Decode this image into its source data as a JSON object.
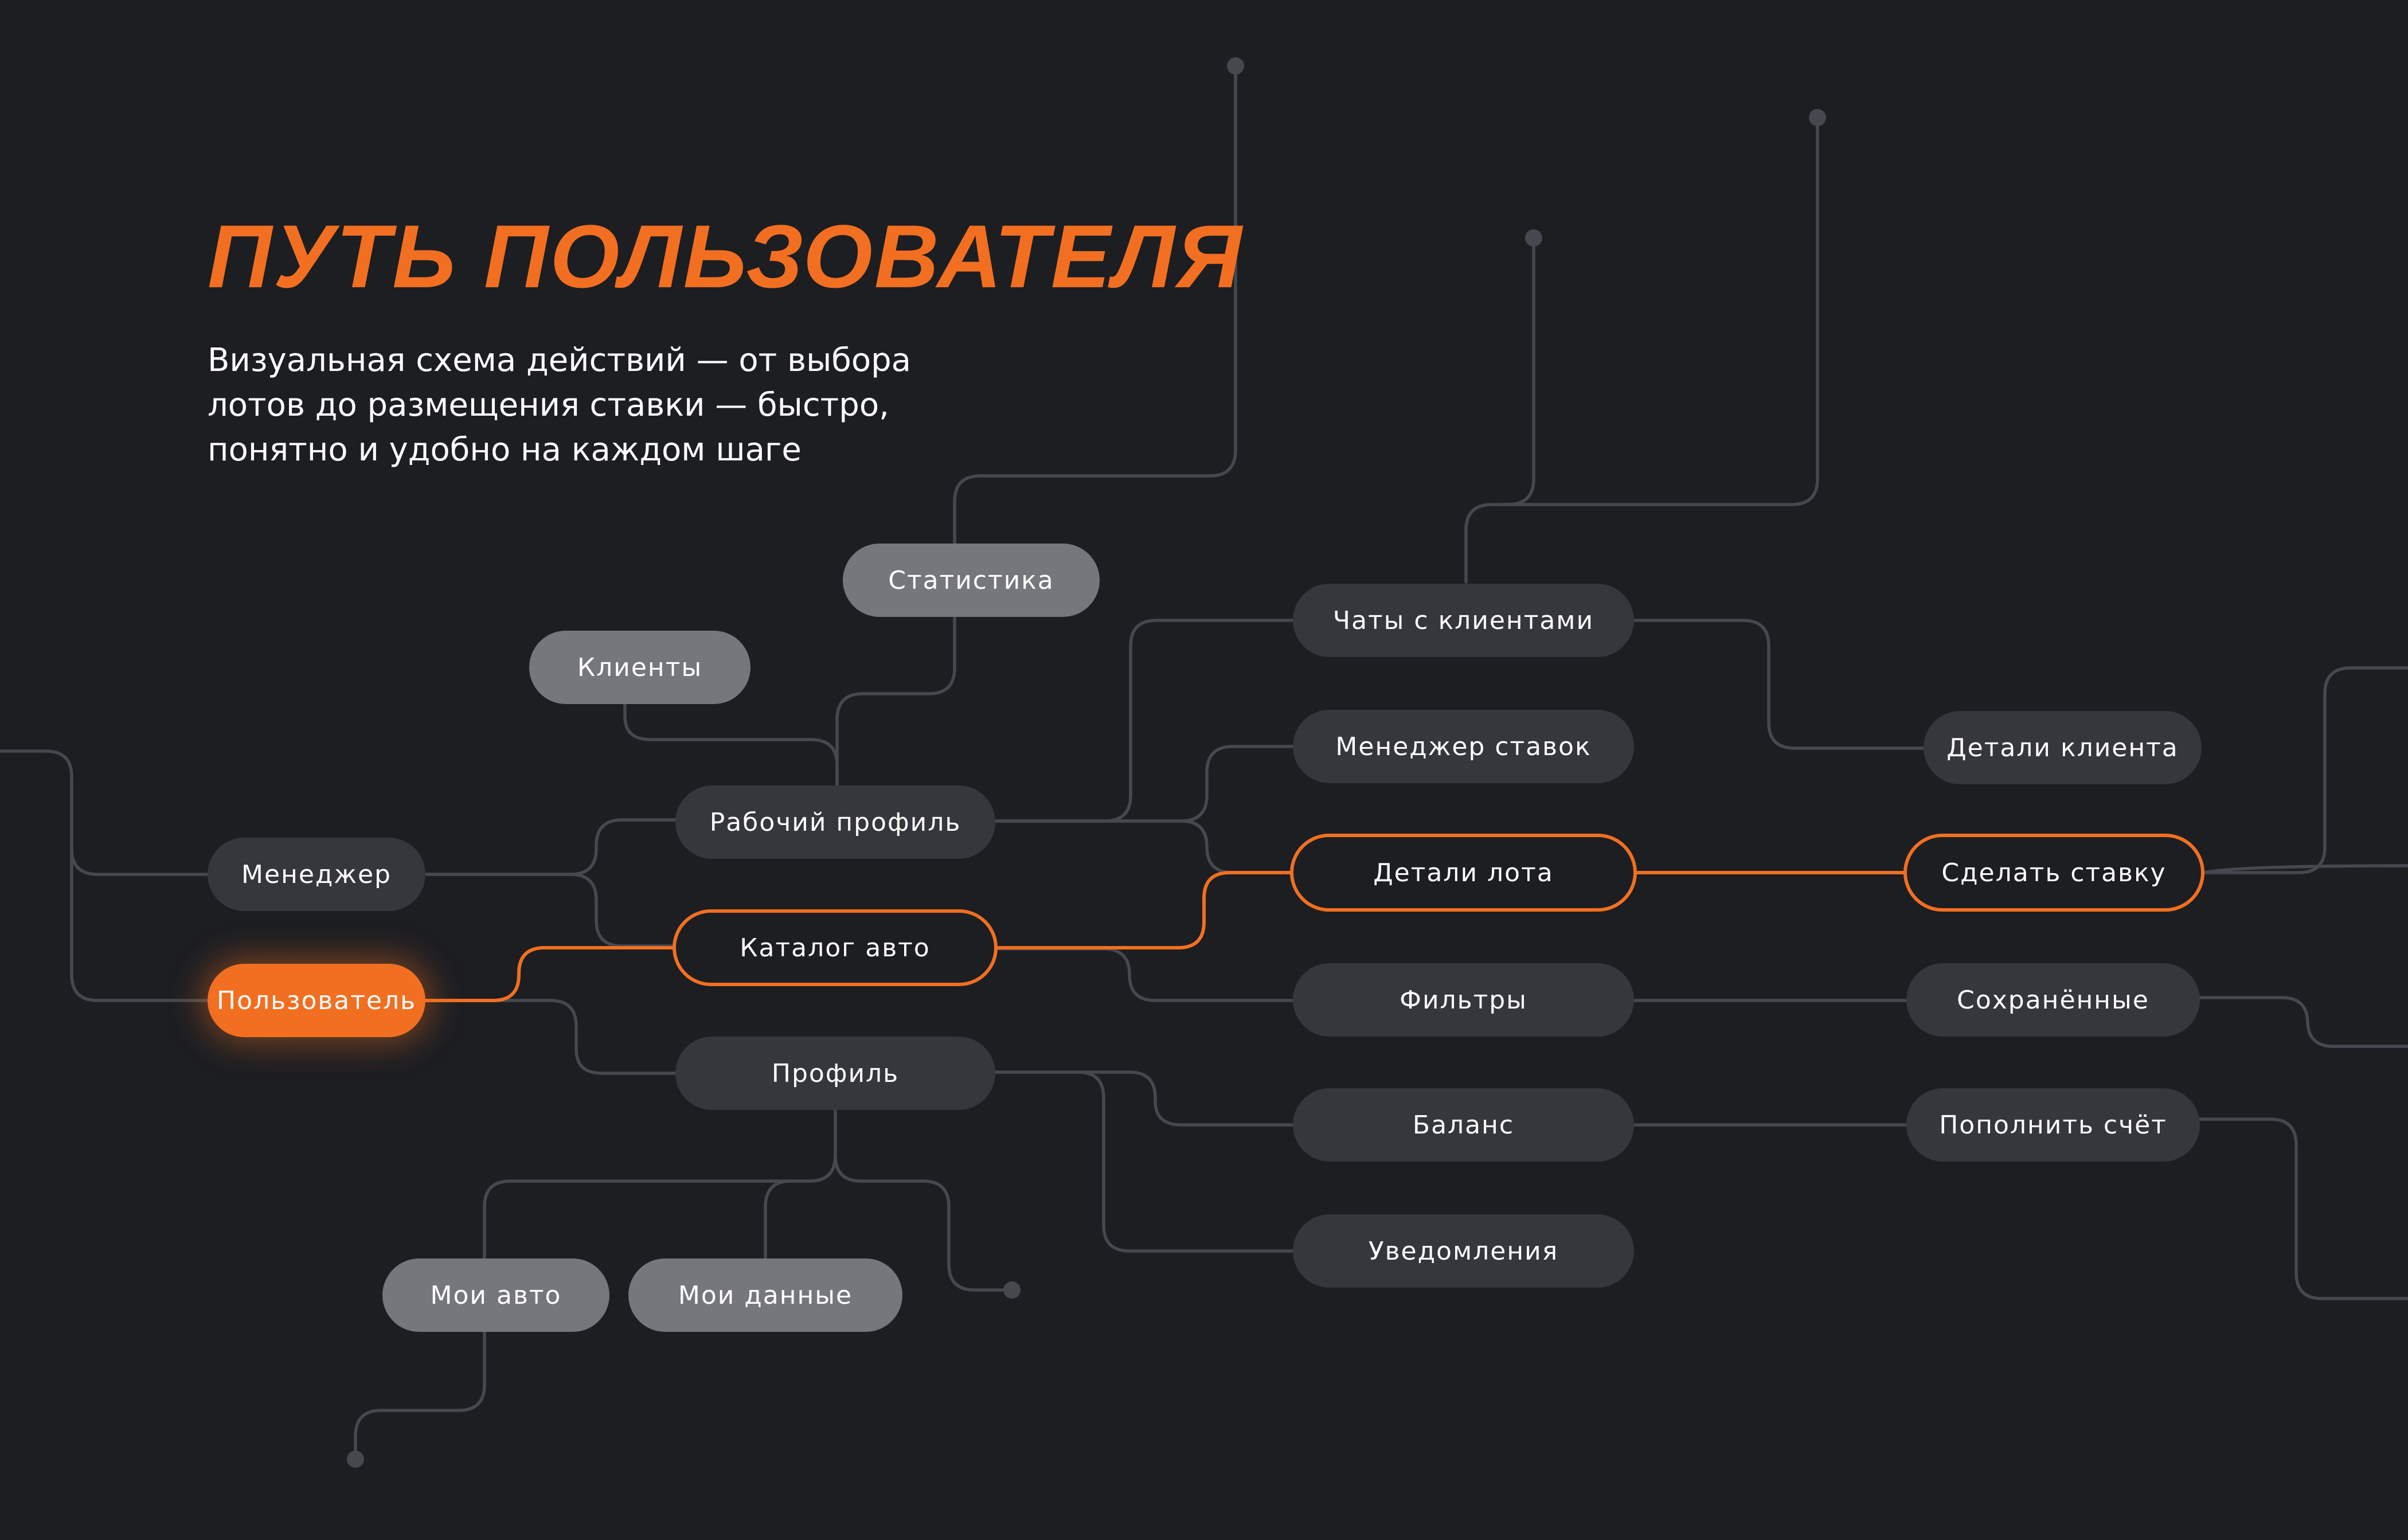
{
  "header": {
    "title": "ПУТЬ ПОЛЬЗОВАТЕЛЯ",
    "subtitle_lines": [
      "Визуальная схема действий — от выбора",
      "лотов до размещения ставки — быстро,",
      "понятно и удобно на каждом шаге"
    ]
  },
  "colors": {
    "background": "#1c1e22",
    "accent": "#f26f21",
    "node_dark": "#35373d",
    "node_light": "#75777d",
    "connector": "#45484e"
  },
  "nodes": {
    "statistics": "Статистика",
    "clients": "Клиенты",
    "work_profile": "Рабочий профиль",
    "manager": "Менеджер",
    "user": "Пользователь",
    "catalog": "Каталог авто",
    "profile": "Профиль",
    "my_cars": "Мои авто",
    "my_data": "Мои данные",
    "client_chats": "Чаты с клиентами",
    "bid_manager": "Менеджер ставок",
    "lot_details": "Детали лота",
    "filters": "Фильтры",
    "balance": "Баланс",
    "notifications": "Уведомления",
    "client_details": "Детали клиента",
    "place_bid": "Сделать ставку",
    "saved": "Сохранённые",
    "top_up": "Пополнить счёт"
  }
}
